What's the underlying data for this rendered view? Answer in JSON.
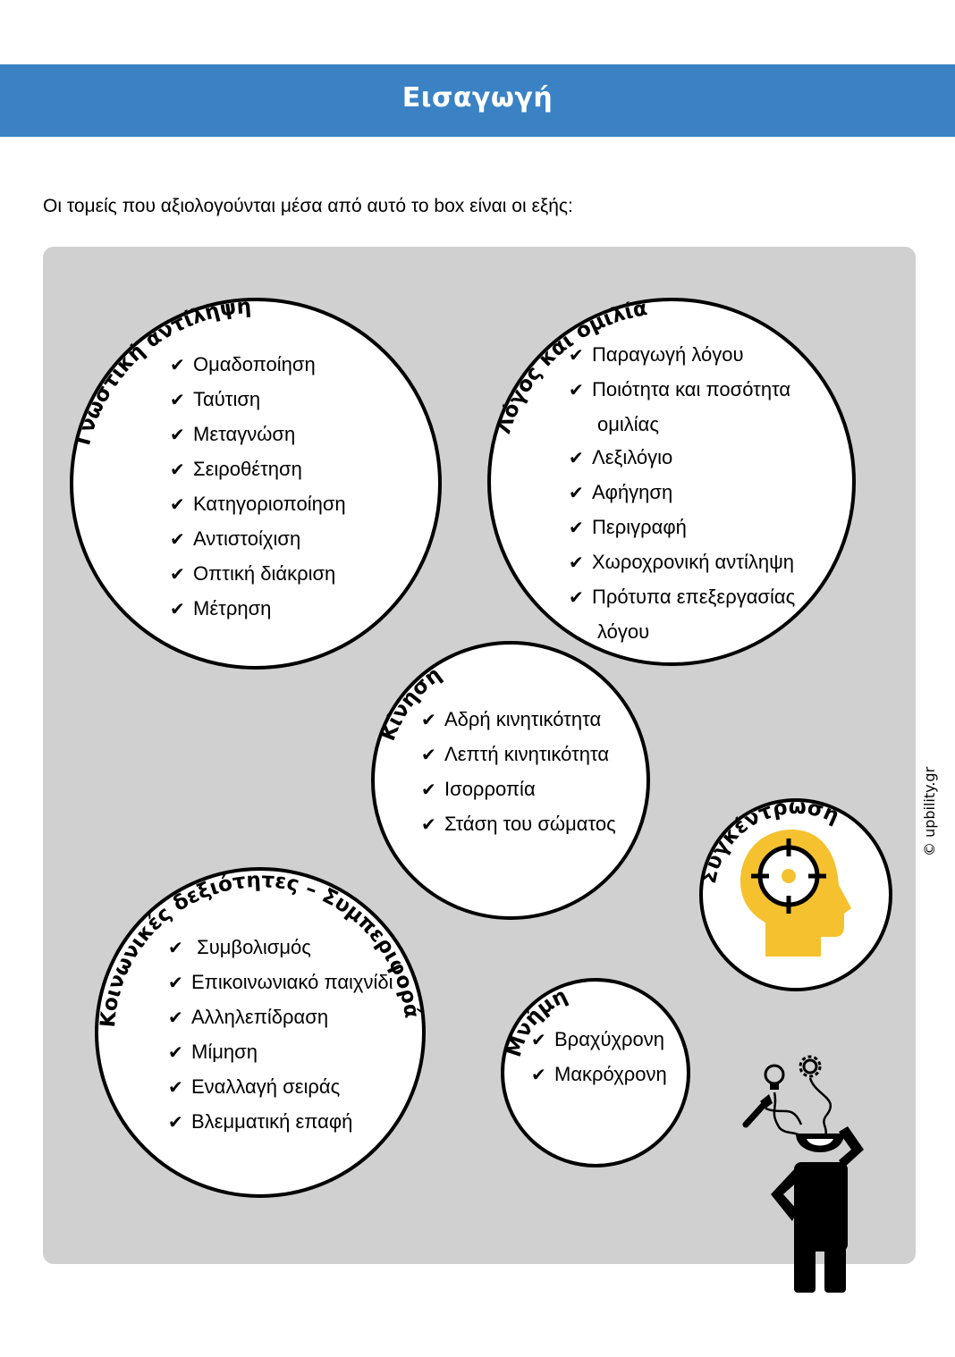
{
  "header": {
    "title": "Εισαγωγή"
  },
  "intro": "Οι τομείς που αξιολογούνται μέσα από αυτό το box είναι οι εξής:",
  "credit": "© upbility.gr",
  "check": "✔",
  "sections": {
    "cognitive": {
      "title": "Γνωστική αντίληψη",
      "items": [
        "Ομαδοποίηση",
        "Ταύτιση",
        "Μεταγνώση",
        "Σειροθέτηση",
        "Κατηγοριοποίηση",
        "Αντιστοίχιση",
        "Οπτική διάκριση",
        "Μέτρηση"
      ]
    },
    "speech": {
      "title": "Λόγος και ομιλία",
      "items": [
        "Παραγωγή λόγου",
        "Ποιότητα και ποσότητα",
        "ομιλίας",
        "Λεξιλόγιο",
        "Αφήγηση",
        "Περιγραφή",
        "Χωροχρονική αντίληψη",
        "Πρότυπα επεξεργασίας",
        "λόγου"
      ]
    },
    "movement": {
      "title": "Κίνηση",
      "items": [
        "Αδρή κινητικότητα",
        "Λεπτή κινητικότητα",
        "Ισορροπία",
        "Στάση του σώματος"
      ]
    },
    "social": {
      "title": "Κοινωνικές δεξιότητες – Συμπεριφορά",
      "items": [
        " Συμβολισμός",
        "Επικοινωνιακό παιχνίδι",
        "Αλληλεπίδραση",
        "Μίμηση",
        "Εναλλαγή σειράς",
        "Βλεμματική επαφή"
      ]
    },
    "concentration": {
      "title": "Συγκέντρωση"
    },
    "memory": {
      "title": "Μνήμη",
      "items": [
        "Βραχύχρονη",
        "Μακρόχρονη"
      ]
    }
  },
  "icons": {
    "concentration": "head-target-icon",
    "thinker": "thinking-person-icon",
    "accent": "#f5c12e",
    "header_color": "#3a82c4"
  }
}
